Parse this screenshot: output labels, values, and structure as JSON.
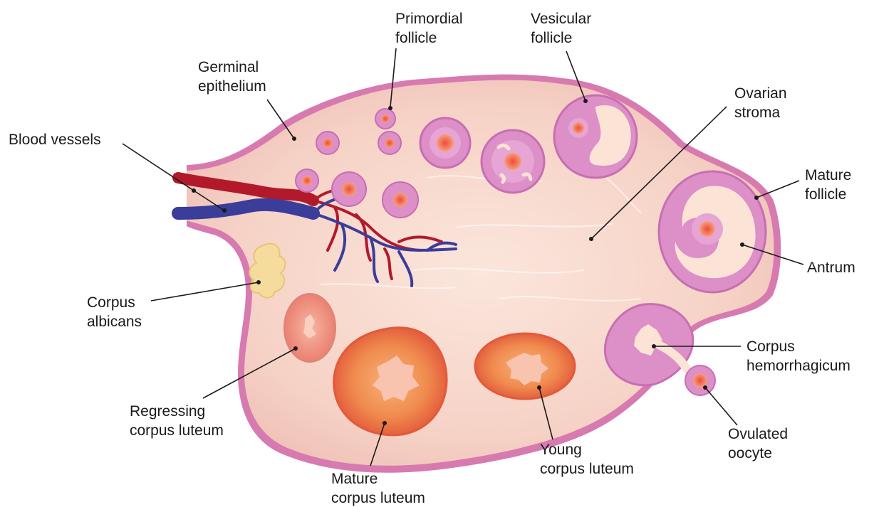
{
  "labels": {
    "primordial_follicle": [
      "Primordial",
      "follicle"
    ],
    "vesicular_follicle": [
      "Vesicular",
      "follicle"
    ],
    "germinal_epithelium": [
      "Germinal",
      "epithelium"
    ],
    "ovarian_stroma": [
      "Ovarian",
      "stroma"
    ],
    "blood_vessels": [
      "Blood vessels"
    ],
    "mature_follicle": [
      "Mature",
      "follicle"
    ],
    "antrum": [
      "Antrum"
    ],
    "corpus_albicans": [
      "Corpus",
      "albicans"
    ],
    "corpus_hemorrhagicum": [
      "Corpus",
      "hemorrhagicum"
    ],
    "regressing_corpus_luteum": [
      "Regressing",
      "corpus luteum"
    ],
    "ovulated_oocyte": [
      "Ovulated",
      "oocyte"
    ],
    "young_corpus_luteum": [
      "Young",
      "corpus luteum"
    ],
    "mature_corpus_luteum": [
      "Mature",
      "corpus luteum"
    ]
  },
  "colors": {
    "ovary_outer": "#d77ab0",
    "ovary_fill": "#f6d2c6",
    "follicle": "#dd8fc8",
    "antrum": "#fbe3d6",
    "oocyte": "#e25a4a",
    "artery": "#b2192b",
    "vein": "#3b3d9a",
    "corpus_luteum": "#f07b44",
    "corpus_albicans": "#f6dc9c"
  }
}
